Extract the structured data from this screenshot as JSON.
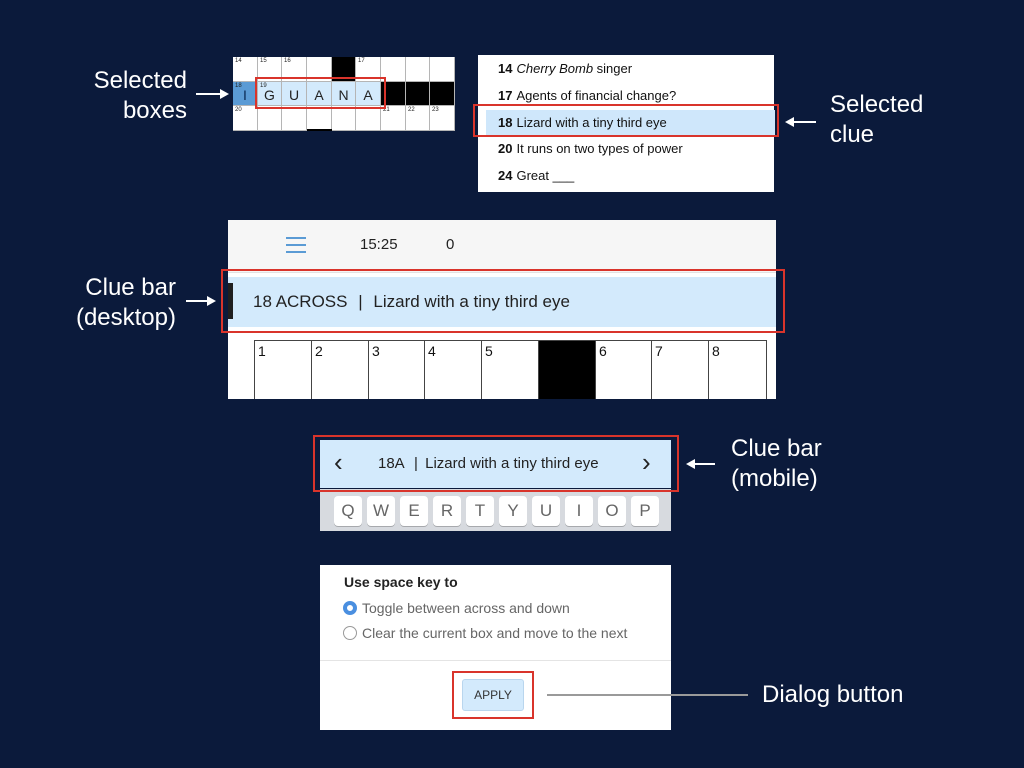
{
  "labels": {
    "selected_boxes": [
      "Selected",
      "boxes"
    ],
    "selected_clue": [
      "Selected",
      "clue"
    ],
    "clue_bar_desktop": [
      "Clue bar",
      "(desktop)"
    ],
    "clue_bar_mobile": [
      "Clue bar",
      "(mobile)"
    ],
    "dialog_button": "Dialog button"
  },
  "mini_grid": {
    "row1_numbers": [
      "14",
      "15",
      "16",
      "",
      "",
      "17",
      "",
      "",
      ""
    ],
    "row2_number": "18",
    "row2_second_number": "19",
    "row2_letters": [
      "I",
      "G",
      "U",
      "A",
      "N",
      "A"
    ],
    "row3_numbers": [
      "20",
      "",
      "",
      "",
      "",
      "",
      "21",
      "22",
      "23"
    ]
  },
  "clue_list": [
    {
      "num": "14",
      "text": "Cherry Bomb",
      "suffix": " singer",
      "italic": true,
      "selected": false
    },
    {
      "num": "17",
      "text": "Agents of financial change?",
      "suffix": "",
      "italic": false,
      "selected": false
    },
    {
      "num": "18",
      "text": "Lizard with a tiny third eye",
      "suffix": "",
      "italic": false,
      "selected": true
    },
    {
      "num": "20",
      "text": "It runs on two types of power",
      "suffix": "",
      "italic": false,
      "selected": false
    },
    {
      "num": "24",
      "text": "Great ___",
      "suffix": "",
      "italic": false,
      "selected": false
    }
  ],
  "desktop": {
    "timer": "15:25",
    "score": "0",
    "clue_ref": "18 ACROSS",
    "separator": "|",
    "clue_text": "Lizard with a tiny third eye",
    "grid_numbers": [
      "1",
      "2",
      "3",
      "4",
      "5",
      "",
      "6",
      "7",
      "8"
    ]
  },
  "mobile": {
    "prev": "‹",
    "next": "›",
    "clue_ref": "18A",
    "separator": "|",
    "clue_text": "Lizard with a tiny third eye",
    "keys": [
      "Q",
      "W",
      "E",
      "R",
      "T",
      "Y",
      "U",
      "I",
      "O",
      "P"
    ]
  },
  "dialog": {
    "title": "Use space key to",
    "option1": "Toggle between across and down",
    "option2": "Clear the current box and move to the next",
    "selected_option": 1,
    "apply": "APPLY"
  },
  "colors": {
    "background": "#0b1a3b",
    "highlight": "#d3eafc",
    "selected_cell": "#5b9bd5",
    "annotation_red": "#d9342b"
  }
}
